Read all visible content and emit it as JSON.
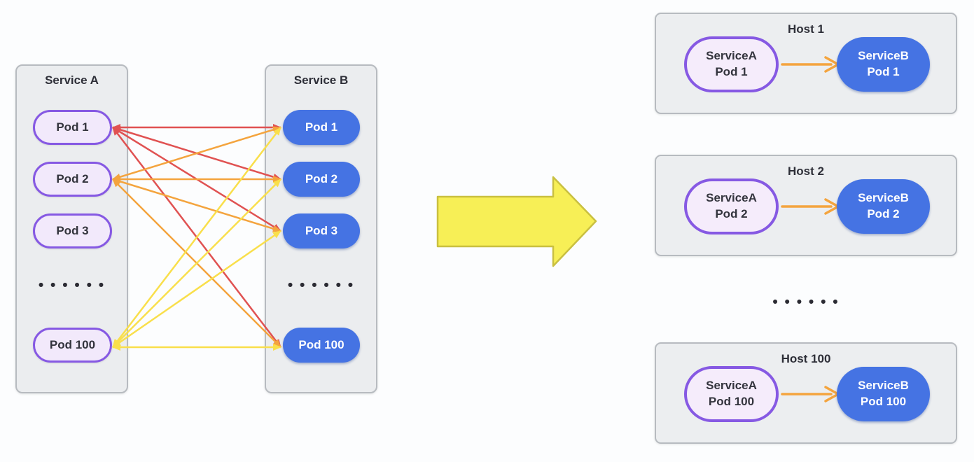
{
  "colors": {
    "background": "#fcfdfe",
    "panel_fill": "#ebedef",
    "panel_border": "#b7bbc0",
    "pod_a_fill": "#f2e9fb",
    "pod_a_border": "#8659e3",
    "pod_a_text": "#33343d",
    "pod_b_fill": "#4573e3",
    "pod_b_text": "#ffffff",
    "arrow_red": "#e05252",
    "arrow_orange": "#f4a43e",
    "arrow_yellow": "#f9df4b",
    "big_arrow_fill": "#f7ef56",
    "big_arrow_border": "#c9c041",
    "host_arrow": "#f4a43e",
    "title_text": "#2e2f38",
    "dots_text": "#2b2b33"
  },
  "left_diagram": {
    "service_a": {
      "title": "Service A",
      "pods": [
        "Pod 1",
        "Pod 2",
        "Pod 3",
        "Pod 100"
      ],
      "ellipsis": "• • • • • •"
    },
    "service_b": {
      "title": "Service B",
      "pods": [
        "Pod 1",
        "Pod 2",
        "Pod 3",
        "Pod 100"
      ],
      "ellipsis": "• • • • • •"
    },
    "connections": [
      {
        "from": "ServiceA Pod 1",
        "to": [
          "Pod 1",
          "Pod 2",
          "Pod 3",
          "Pod 100"
        ],
        "color": "red"
      },
      {
        "from": "ServiceA Pod 2",
        "to": [
          "Pod 1",
          "Pod 2",
          "Pod 3",
          "Pod 100"
        ],
        "color": "orange"
      },
      {
        "from": "ServiceA Pod 100",
        "to": [
          "Pod 1",
          "Pod 2",
          "Pod 3",
          "Pod 100"
        ],
        "color": "yellow"
      }
    ]
  },
  "hosts": {
    "items": [
      {
        "title": "Host 1",
        "service_a_label": "ServiceA",
        "service_a_pod": "Pod 1",
        "service_b_label": "ServiceB",
        "service_b_pod": "Pod 1"
      },
      {
        "title": "Host 2",
        "service_a_label": "ServiceA",
        "service_a_pod": "Pod 2",
        "service_b_label": "ServiceB",
        "service_b_pod": "Pod 2"
      },
      {
        "title": "Host 100",
        "service_a_label": "ServiceA",
        "service_a_pod": "Pod 100",
        "service_b_label": "ServiceB",
        "service_b_pod": "Pod 100"
      }
    ],
    "ellipsis": "• • • • • •"
  }
}
